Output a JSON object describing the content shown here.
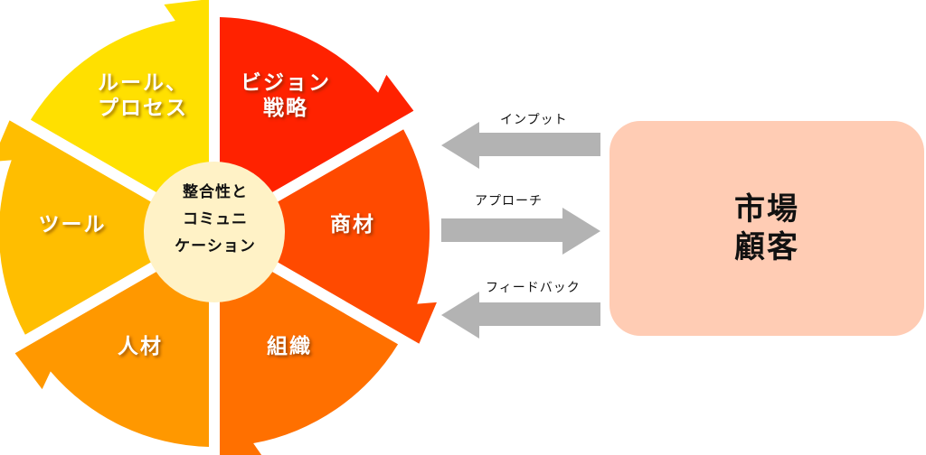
{
  "wheel": {
    "segments": [
      {
        "label": "ビジョン\n戦略",
        "color": "#FF2200"
      },
      {
        "label": "商材",
        "color": "#FF4A00"
      },
      {
        "label": "組織",
        "color": "#FF7000"
      },
      {
        "label": "人材",
        "color": "#FF9800"
      },
      {
        "label": "ツール",
        "color": "#FFBE00"
      },
      {
        "label": "ルール、\nプロセス",
        "color": "#FFE000"
      }
    ],
    "center": {
      "line1": "整合性と",
      "line2": "コミュニ",
      "line3": "ケーション",
      "color": "#FFF2C6"
    }
  },
  "flows": [
    {
      "label": "インプット",
      "direction": "left"
    },
    {
      "label": "アプローチ",
      "direction": "right"
    },
    {
      "label": "フィードバック",
      "direction": "left"
    }
  ],
  "arrow_color": "#B3B3B3",
  "market": {
    "label": "市場\n顧客",
    "color": "#FFCCB4"
  }
}
